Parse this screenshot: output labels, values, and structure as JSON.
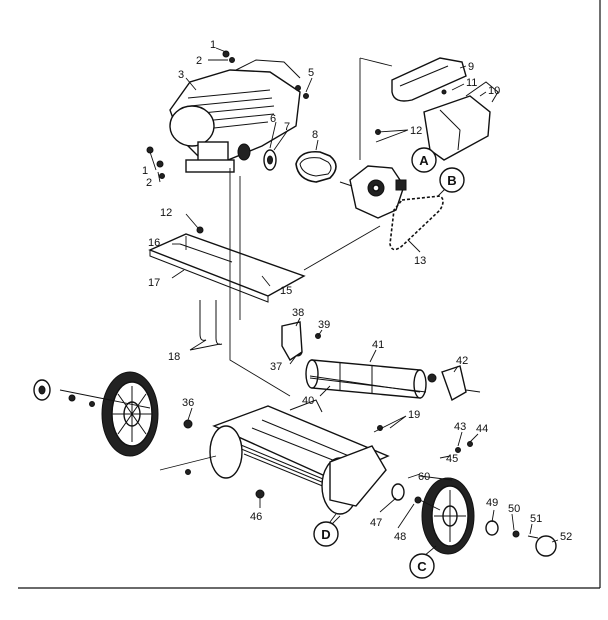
{
  "callouts": {
    "c1a": "1",
    "c2a": "2",
    "c3": "3",
    "c5": "5",
    "c6": "6",
    "c7": "7",
    "c8": "8",
    "c9": "9",
    "c11": "11",
    "c10": "10",
    "c12a": "12",
    "c1b": "1",
    "c2b": "2",
    "c12b": "12",
    "c16": "16",
    "c17": "17",
    "c15": "15",
    "c13": "13",
    "c18": "18",
    "c38": "38",
    "c39": "39",
    "c41": "41",
    "c42": "42",
    "c37": "37",
    "c40": "40",
    "c36": "36",
    "c19": "19",
    "c43": "43",
    "c44": "44",
    "c45": "45",
    "c60": "60",
    "c46": "46",
    "c47": "47",
    "c48": "48",
    "c49": "49",
    "c50": "50",
    "c51": "51",
    "c52": "52"
  },
  "letters": {
    "A": "A",
    "B": "B",
    "C": "C",
    "D": "D"
  }
}
